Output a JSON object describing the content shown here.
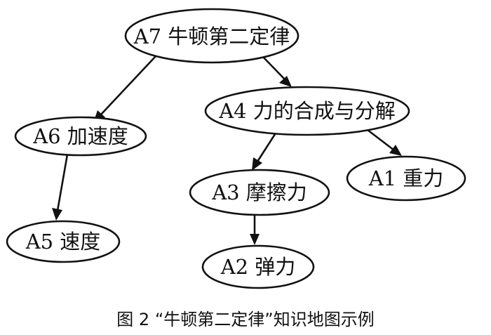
{
  "diagram": {
    "nodes": {
      "a7": "A7 牛顿第二定律",
      "a6": "A6 加速度",
      "a4": "A4 力的合成与分解",
      "a5": "A5 速度",
      "a3": "A3 摩擦力",
      "a1": "A1 重力",
      "a2": "A2 弹力"
    },
    "edges": [
      {
        "from": "a7",
        "to": "a6"
      },
      {
        "from": "a7",
        "to": "a4"
      },
      {
        "from": "a6",
        "to": "a5"
      },
      {
        "from": "a4",
        "to": "a3"
      },
      {
        "from": "a4",
        "to": "a1"
      },
      {
        "from": "a3",
        "to": "a2"
      }
    ]
  },
  "caption": "图 2  “牛顿第二定律”知识地图示例"
}
